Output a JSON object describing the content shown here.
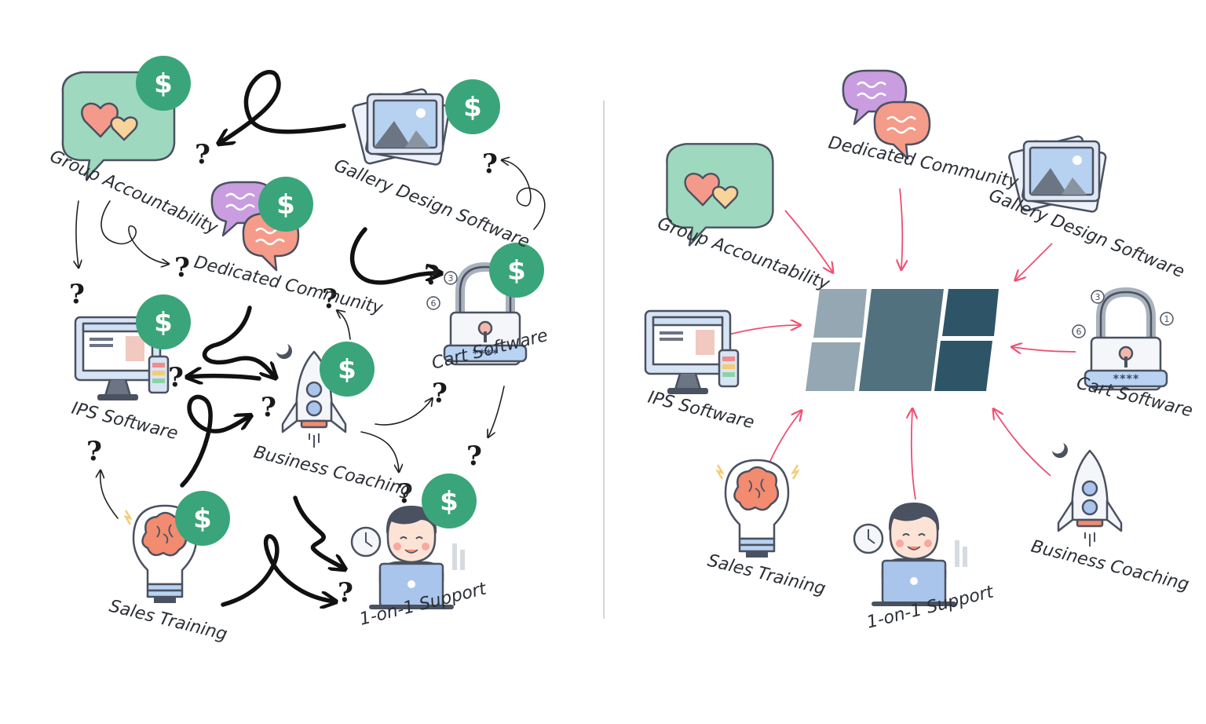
{
  "messy_side": {
    "labels": {
      "group_accountability": "Group Accountability",
      "gallery_design": "Gallery Design Software",
      "dedicated_community": "Dedicated Community",
      "ips_software": "IPS Software",
      "cart_software": "Cart Software",
      "business_coaching": "Business Coaching",
      "sales_training": "Sales Training",
      "support": "1-on-1 Support"
    },
    "dollar_symbol": "$",
    "question_symbol": "?",
    "lock_code": "****",
    "lock_digits": [
      "3",
      "6"
    ]
  },
  "hub_side": {
    "labels": {
      "group_accountability": "Group Accountability",
      "dedicated_community": "Dedicated Community",
      "gallery_design": "Gallery Design Software",
      "ips_software": "IPS Software",
      "cart_software": "Cart Software",
      "sales_training": "Sales Training",
      "support": "1-on-1 Support",
      "business_coaching": "Business Coaching"
    },
    "lock_code": "****",
    "lock_digits": [
      "3",
      "6",
      "1"
    ]
  },
  "colors": {
    "dollar_badge": "#3aa57a",
    "arrow_pink": "#ee4f72",
    "hub_light": "#94a7b3",
    "hub_mid": "#52717f",
    "hub_dark": "#2e5468",
    "bubble_green": "#9ed8be",
    "bubble_purple": "#c99de0",
    "bubble_salmon": "#f59b89",
    "divider": "#d5d5d5"
  }
}
